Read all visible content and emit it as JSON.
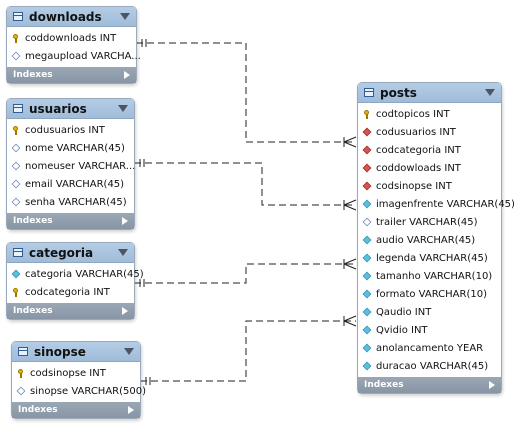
{
  "tables": {
    "downloads": {
      "title": "downloads",
      "footer": "Indexes",
      "columns": [
        {
          "name": "coddownloads INT",
          "icon": "key"
        },
        {
          "name": "megaupload VARCHA...",
          "icon": "diamond-outline"
        }
      ]
    },
    "usuarios": {
      "title": "usuarios",
      "footer": "Indexes",
      "columns": [
        {
          "name": "codusuarios INT",
          "icon": "key"
        },
        {
          "name": "nome VARCHAR(45)",
          "icon": "diamond-outline"
        },
        {
          "name": "nomeuser VARCHAR...",
          "icon": "diamond-outline"
        },
        {
          "name": "email VARCHAR(45)",
          "icon": "diamond-outline"
        },
        {
          "name": "senha VARCHAR(45)",
          "icon": "diamond-outline"
        }
      ]
    },
    "categoria": {
      "title": "categoria",
      "footer": "Indexes",
      "columns": [
        {
          "name": "categoria VARCHAR(45)",
          "icon": "diamond-cyan"
        },
        {
          "name": "codcategoria INT",
          "icon": "key"
        }
      ]
    },
    "sinopse": {
      "title": "sinopse",
      "footer": "Indexes",
      "columns": [
        {
          "name": "codsinopse INT",
          "icon": "key"
        },
        {
          "name": "sinopse VARCHAR(500)",
          "icon": "diamond-outline"
        }
      ]
    },
    "posts": {
      "title": "posts",
      "footer": "Indexes",
      "columns": [
        {
          "name": "codtopicos INT",
          "icon": "key"
        },
        {
          "name": "codusuarios INT",
          "icon": "diamond-red"
        },
        {
          "name": "codcategoria INT",
          "icon": "diamond-red"
        },
        {
          "name": "coddowloads INT",
          "icon": "diamond-red"
        },
        {
          "name": "codsinopse INT",
          "icon": "diamond-red"
        },
        {
          "name": "imagenfrente VARCHAR(45)",
          "icon": "diamond-cyan"
        },
        {
          "name": "trailer VARCHAR(45)",
          "icon": "diamond-outline"
        },
        {
          "name": "audio VARCHAR(45)",
          "icon": "diamond-cyan"
        },
        {
          "name": "legenda VARCHAR(45)",
          "icon": "diamond-cyan"
        },
        {
          "name": "tamanho VARCHAR(10)",
          "icon": "diamond-cyan"
        },
        {
          "name": "formato VARCHAR(10)",
          "icon": "diamond-cyan"
        },
        {
          "name": "Qaudio INT",
          "icon": "diamond-cyan"
        },
        {
          "name": "Qvidio INT",
          "icon": "diamond-cyan"
        },
        {
          "name": "anolancamento YEAR",
          "icon": "diamond-cyan"
        },
        {
          "name": "duracao VARCHAR(45)",
          "icon": "diamond-cyan"
        }
      ]
    }
  },
  "relationships": [
    {
      "from": "downloads",
      "to": "posts",
      "cardinality": "one-to-many"
    },
    {
      "from": "usuarios",
      "to": "posts",
      "cardinality": "one-to-many"
    },
    {
      "from": "categoria",
      "to": "posts",
      "cardinality": "one-to-many"
    },
    {
      "from": "sinopse",
      "to": "posts",
      "cardinality": "one-to-many"
    }
  ],
  "colors": {
    "header": "#a9c6e3",
    "footer": "#8f9cab",
    "line": "#222222"
  }
}
